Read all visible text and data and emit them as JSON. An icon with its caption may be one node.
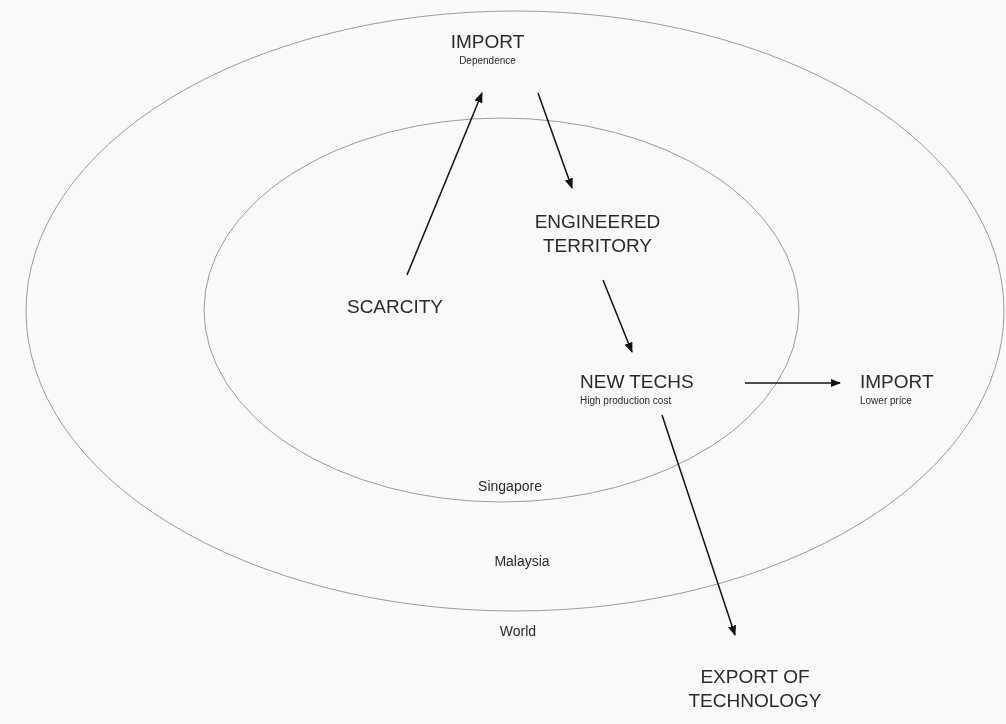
{
  "diagram": {
    "nodes": [
      {
        "text": [
          "Malaysia"
        ]
      },
      {
        "text": [
          "Singapore"
        ],
        "in": 0
      },
      {
        "text": [
          "IMPORT",
          "Dependence"
        ],
        "in": 0
      },
      {
        "text": [
          "SCARCITY"
        ],
        "in": 1
      },
      {
        "text": [
          "ENGINEERED TERRITORY"
        ],
        "in": 1
      },
      {
        "text": [
          "NEW TECHS",
          "High production cost"
        ],
        "in": 1
      },
      {
        "text": [
          "IMPORT",
          "Lower price"
        ],
        "in": 0
      },
      {
        "text": [
          "EXPORT OF TECHNOLOGY"
        ]
      }
    ],
    "edges": [
      {
        "from": 3,
        "to": 2,
        "arrow": "to"
      },
      {
        "from": 2,
        "to": 4,
        "arrow": "to"
      },
      {
        "from": 4,
        "to": 5,
        "arrow": "to"
      },
      {
        "from": 5,
        "to": 6,
        "arrow": "to"
      },
      {
        "from": 5,
        "to": 7,
        "arrow": "to"
      }
    ],
    "labels": [
      "World"
    ]
  }
}
